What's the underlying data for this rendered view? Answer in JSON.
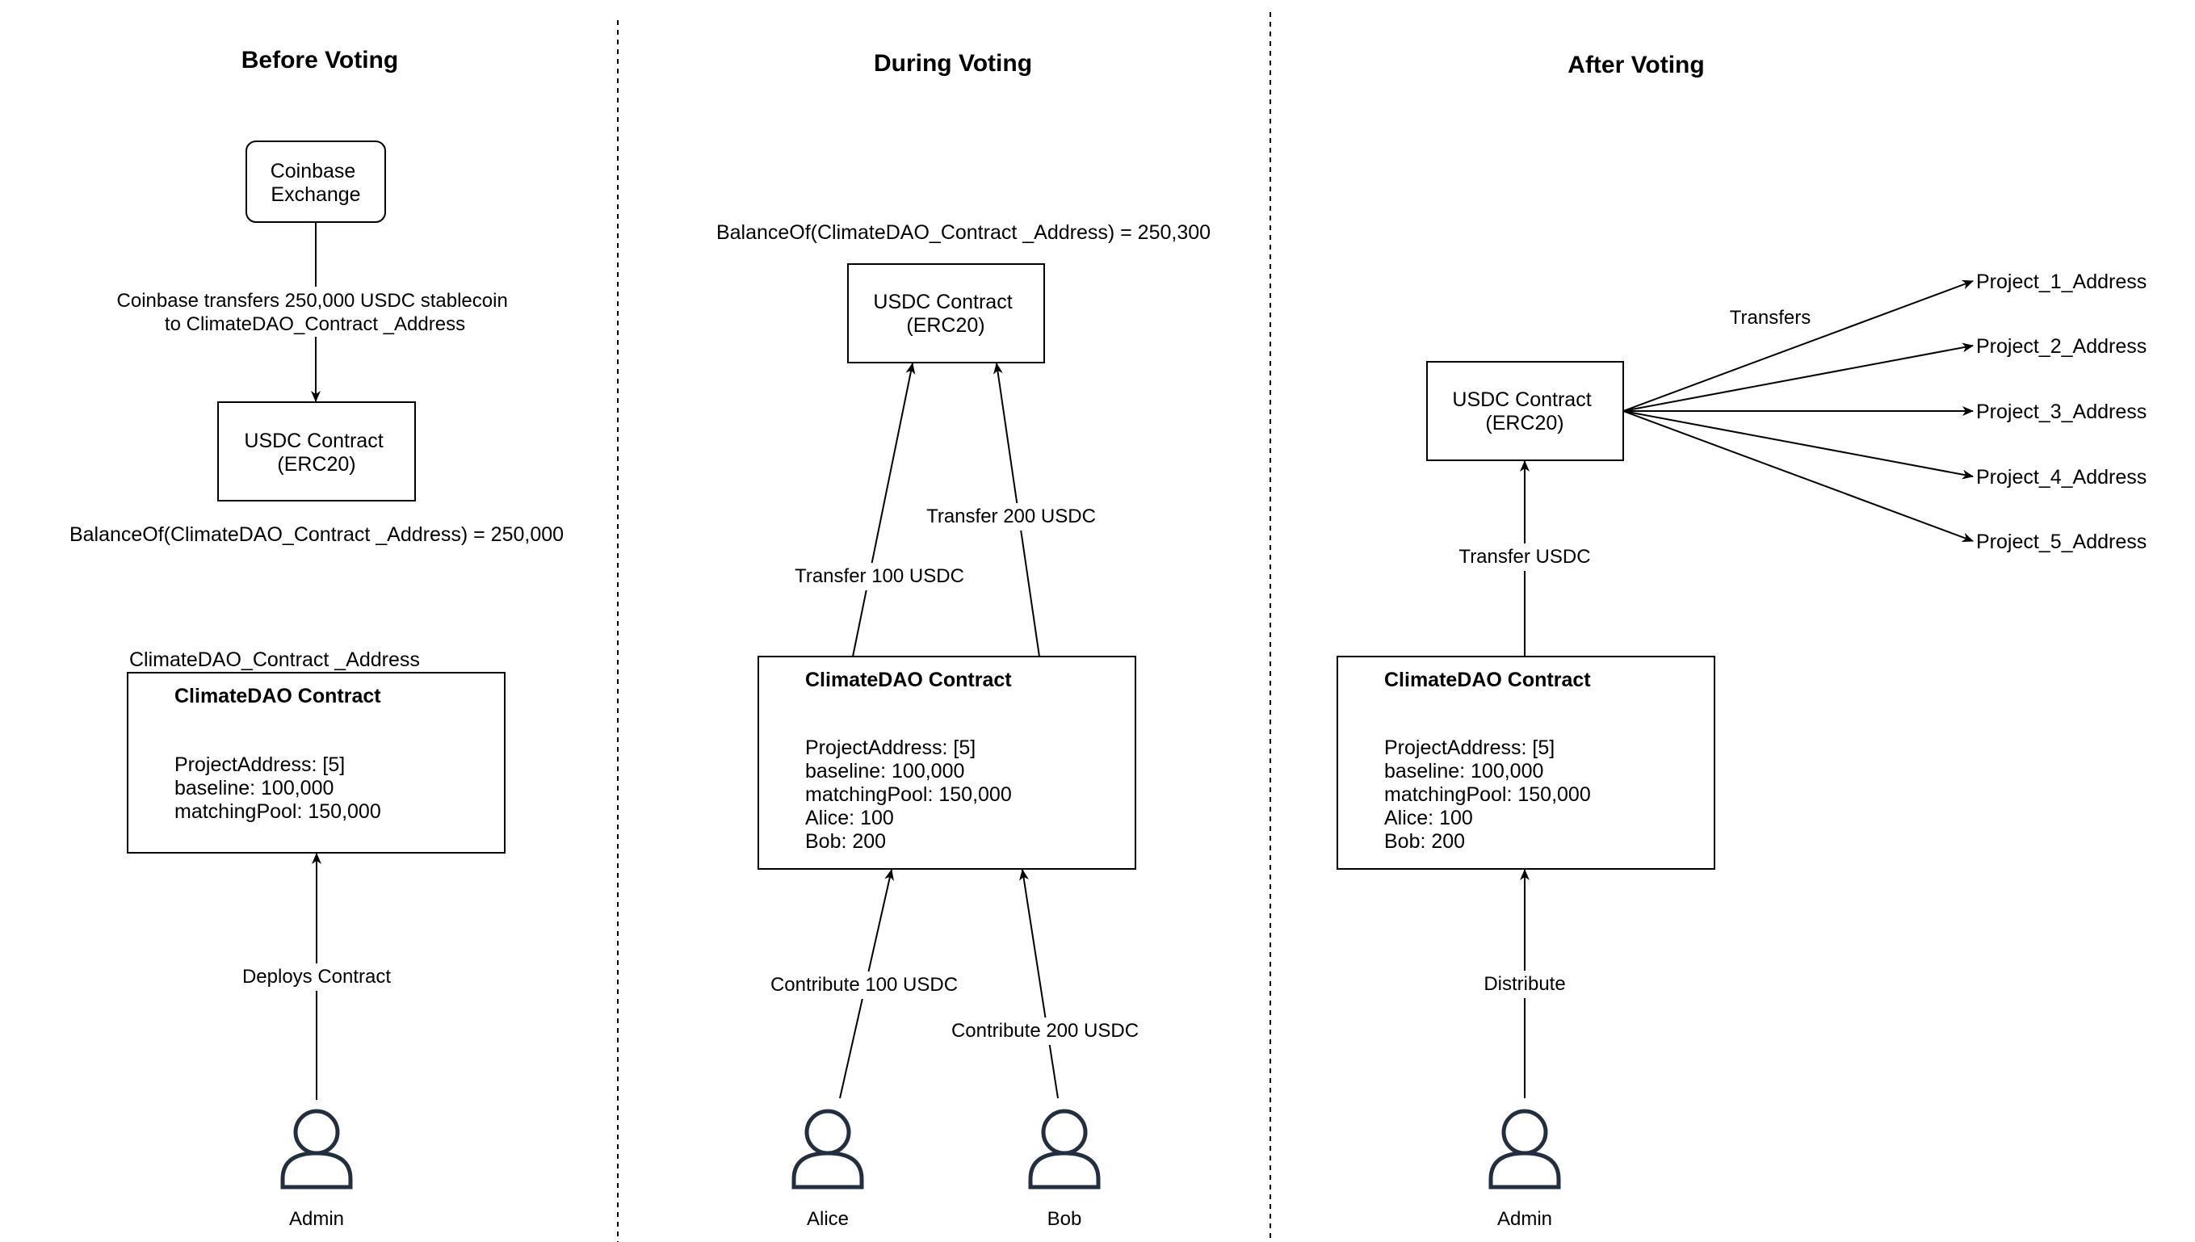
{
  "colors": {
    "actor_icon": "#232f3e",
    "line": "#000000",
    "background": "#ffffff"
  },
  "columns": {
    "before": {
      "title": "Before Voting",
      "exchange": [
        "Coinbase",
        "Exchange"
      ],
      "transfer_label": [
        "Coinbase transfers 250,000 USDC stablecoin",
        "to ClimateDAO_Contract _Address"
      ],
      "usdc": [
        "USDC Contract",
        "(ERC20)"
      ],
      "balance": "BalanceOf(ClimateDAO_Contract _Address) = 250,000",
      "contract_address_label": "ClimateDAO_Contract _Address",
      "contract": {
        "title": "ClimateDAO Contract",
        "lines": [
          "ProjectAddress: [5]",
          "baseline: 100,000",
          "matchingPool: 150,000"
        ]
      },
      "deploy_label": "Deploys Contract",
      "actor": "Admin"
    },
    "during": {
      "title": "During Voting",
      "balance": "BalanceOf(ClimateDAO_Contract _Address) = 250,300",
      "usdc": [
        "USDC Contract",
        "(ERC20)"
      ],
      "transfer_100": "Transfer 100 USDC",
      "transfer_200": "Transfer 200 USDC",
      "contract": {
        "title": "ClimateDAO Contract",
        "lines": [
          "ProjectAddress: [5]",
          "baseline: 100,000",
          "matchingPool: 150,000",
          "Alice: 100",
          "Bob: 200"
        ]
      },
      "contribute_100": "Contribute 100 USDC",
      "contribute_200": "Contribute 200 USDC",
      "actor_alice": "Alice",
      "actor_bob": "Bob"
    },
    "after": {
      "title": "After Voting",
      "transfers_label": "Transfers",
      "usdc": [
        "USDC Contract",
        "(ERC20)"
      ],
      "projects": [
        "Project_1_Address",
        "Project_2_Address",
        "Project_3_Address",
        "Project_4_Address",
        "Project_5_Address"
      ],
      "transfer_label": "Transfer USDC",
      "contract": {
        "title": "ClimateDAO Contract",
        "lines": [
          "ProjectAddress: [5]",
          "baseline: 100,000",
          "matchingPool: 150,000",
          "Alice: 100",
          "Bob: 200"
        ]
      },
      "distribute_label": "Distribute",
      "actor": "Admin"
    }
  }
}
